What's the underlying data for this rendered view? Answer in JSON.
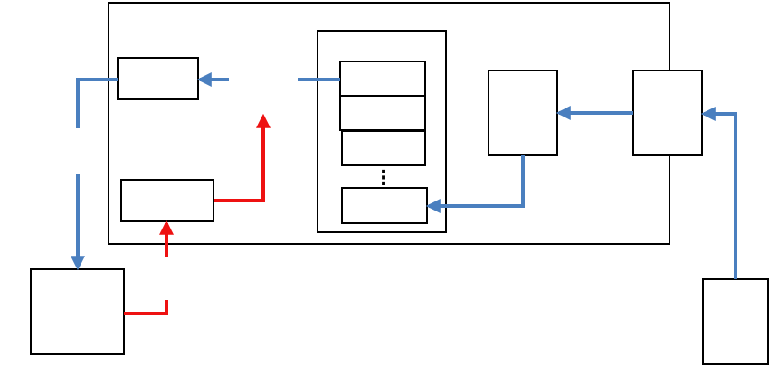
{
  "diagram": {
    "colors": {
      "background": "#ffffff",
      "box_stroke": "#000000",
      "blue_flow": "#4a7fbf",
      "red_flow": "#ee1111"
    },
    "boxes": [
      {
        "name": "outer-container-box"
      },
      {
        "name": "stack-container-box"
      },
      {
        "name": "stack-item-1-box"
      },
      {
        "name": "stack-item-2-box"
      },
      {
        "name": "stack-item-3-box"
      },
      {
        "name": "stack-item-last-box"
      },
      {
        "name": "top-left-inner-box"
      },
      {
        "name": "bottom-left-inner-box"
      },
      {
        "name": "middle-right-inner-box"
      },
      {
        "name": "right-inner-box"
      },
      {
        "name": "bottom-left-external-box"
      },
      {
        "name": "bottom-right-external-box"
      }
    ],
    "ellipsis": "⋮",
    "blue_arrows": [
      {
        "name": "blue-arrow-external-to-right-box"
      },
      {
        "name": "blue-arrow-right-box-to-middle-box"
      },
      {
        "name": "blue-arrow-middle-box-to-stack-last"
      },
      {
        "name": "blue-arrow-stack-to-top-left-box"
      },
      {
        "name": "blue-arrow-top-left-box-to-external-box"
      }
    ],
    "red_arrows": [
      {
        "name": "red-arrow-external-box-to-bottom-left-box"
      },
      {
        "name": "red-arrow-bottom-left-box-upward"
      }
    ]
  }
}
